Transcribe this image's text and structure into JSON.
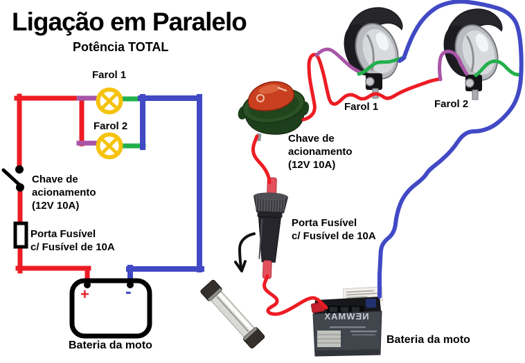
{
  "title": "Ligação em Paralelo",
  "subtitle": "Potência TOTAL",
  "colors": {
    "red": "#ed1c24",
    "blue": "#4149c5",
    "green": "#22b04c",
    "purple": "#a855a8",
    "yellow": "#f5c30d",
    "black": "#000000"
  },
  "schematic": {
    "farol1_label": "Farol 1",
    "farol2_label": "Farol 2",
    "switch_label_line1": "Chave de",
    "switch_label_line2": "acionamento",
    "switch_label_line3": "(12V 10A)",
    "fuse_label_line1": "Porta Fusível",
    "fuse_label_line2": "c/ Fusível de 10A",
    "battery_label": "Bateria da moto",
    "battery_plus": "+",
    "battery_minus": "-"
  },
  "photo_diagram": {
    "farol1_label": "Farol 1",
    "farol2_label": "Farol 2",
    "switch_label_line1": "Chave de",
    "switch_label_line2": "acionamento",
    "switch_label_line3": "(12V 10A)",
    "fuse_label_line1": "Porta Fusível",
    "fuse_label_line2": "c/ Fusível de 10A",
    "battery_label": "Bateria da moto",
    "battery_brand": "NEWMAX"
  }
}
